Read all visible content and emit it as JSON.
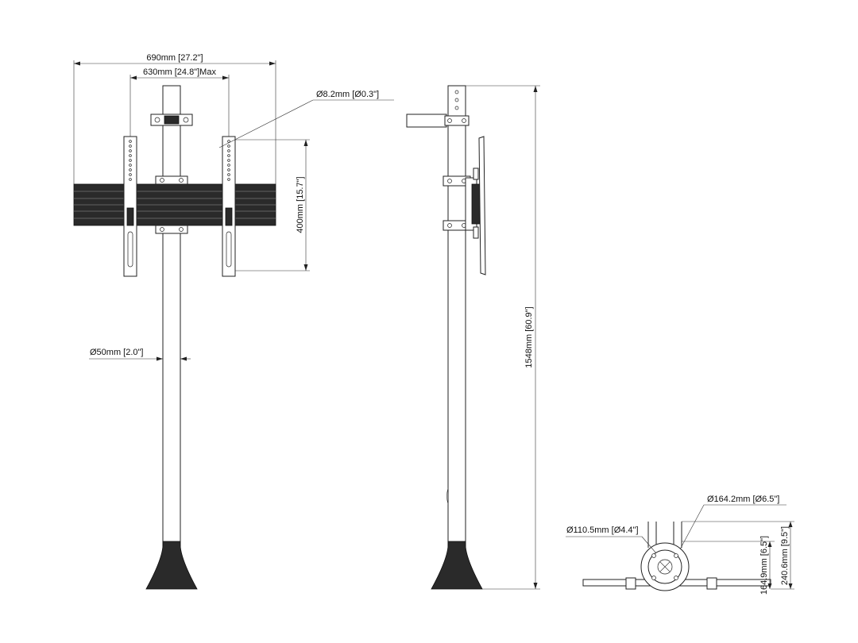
{
  "dimensions": {
    "overall_width": "690mm [27.2\"]",
    "vesa_width": "630mm [24.8\"]Max",
    "hole_diameter": "Ø8.2mm [Ø0.3\"]",
    "vesa_height": "400mm [15.7\"]",
    "pole_diameter": "Ø50mm [2.0\"]",
    "total_height": "1548mm [60.9\"]",
    "base_outer_diameter": "Ø164.2mm [Ø6.5\"]",
    "base_inner_diameter": "Ø110.5mm [Ø4.4\"]",
    "base_height_inner": "164.9mm [6.5\"]",
    "base_height_outer": "240.6mm [9.5\"]"
  },
  "colors": {
    "line": "#222222",
    "fill_dark": "#2a2a2a",
    "background": "#ffffff"
  }
}
